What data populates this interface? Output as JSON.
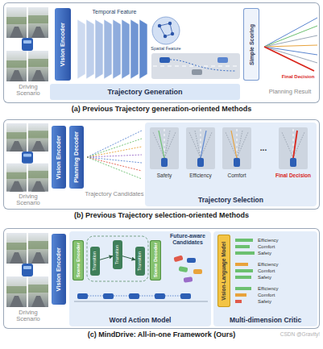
{
  "diagram": {
    "nodes": [
      {
        "text": [
          "(a) Previous Trajectory generation-oriented Methods"
        ]
      },
      {
        "text": [
          "Vision Encoder"
        ],
        "in": 0
      },
      {
        "text": [
          "Trajectory Generation"
        ],
        "in": 0
      },
      {
        "text": [
          "Simple Scoring"
        ],
        "in": 0
      },
      {
        "text": [
          "(b) Previous Trajectory selection-oriented Methods"
        ]
      },
      {
        "text": [
          "Vision Encoder"
        ],
        "in": 4
      },
      {
        "text": [
          "Planning Decoder"
        ],
        "in": 4
      },
      {
        "text": [
          "Trajectory Selection"
        ],
        "in": 4
      },
      {
        "text": [
          "(c) MindDrive: All-in-one Framework (Ours)"
        ]
      },
      {
        "text": [
          "Vision Encoder"
        ],
        "in": 8
      },
      {
        "text": [
          "Word Action Model"
        ],
        "in": 8
      },
      {
        "text": [
          "Scene Encoder"
        ],
        "in": 10
      },
      {
        "text": [
          "Transition"
        ],
        "in": 10
      },
      {
        "text": [
          "Transition"
        ],
        "in": 10
      },
      {
        "text": [
          "Transition"
        ],
        "in": 10
      },
      {
        "text": [
          "Scene Decoder"
        ],
        "in": 10
      },
      {
        "text": [
          "Multi-dimension Critic"
        ],
        "in": 8
      },
      {
        "text": [
          "Vision-Language Model"
        ],
        "in": 16
      }
    ],
    "edges": [
      {
        "from": 12,
        "to": 13,
        "arrow": "to"
      },
      {
        "from": 13,
        "to": 14,
        "arrow": "to"
      }
    ],
    "labels": [
      "Driving Scenario",
      "Temporal Feature",
      "Spatial Feature",
      "Planning Result",
      "Final Decision",
      "Driving Scenario",
      "Trajectory Candidates",
      "Safety",
      "Efficiency",
      "Comfort",
      "...",
      "Final Decision",
      "Driving Scenario",
      "Future-aware Candidates",
      "Efficiency",
      "Comfort",
      "Safety",
      "Efficiency",
      "Comfort",
      "Safety",
      "Efficiency",
      "Comfort",
      "Safety",
      "CSDN @Gravity!"
    ]
  }
}
